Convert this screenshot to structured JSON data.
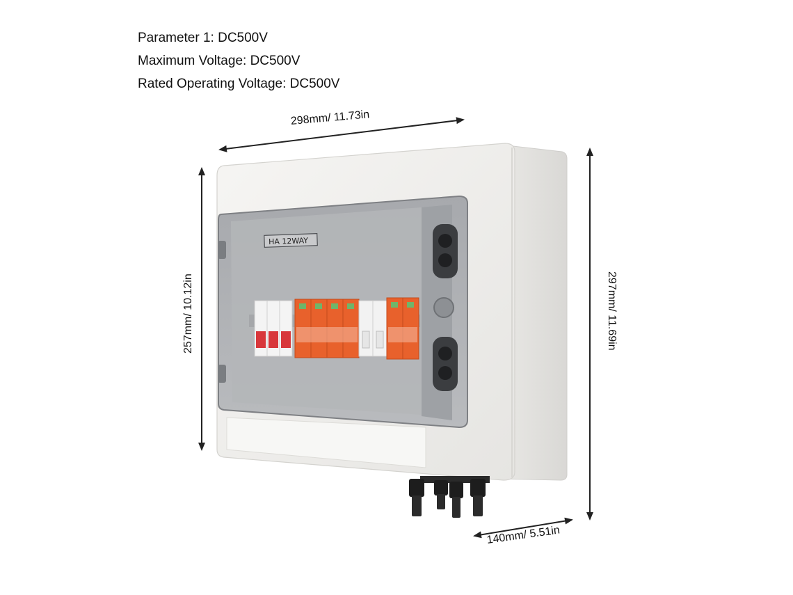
{
  "specs": [
    "Parameter 1: DC500V",
    "Maximum Voltage: DC500V",
    "Rated Operating Voltage: DC500V"
  ],
  "dimensions": {
    "width": "298mm/ 11.73in",
    "height_front": "257mm/ 10.12in",
    "height_full": "297mm/ 11.69in",
    "depth": "140mm/ 5.51in"
  },
  "enclosure": {
    "model_label": "HA 12WAY"
  },
  "colors": {
    "enclosure_body": "#f2f1ef",
    "window_tint": "#9fa2a6",
    "spd_orange": "#e8612c",
    "breaker_white": "#f4f4f4",
    "breaker_red": "#d8373b",
    "connector_black": "#1d1d1d",
    "arrow": "#222222"
  }
}
